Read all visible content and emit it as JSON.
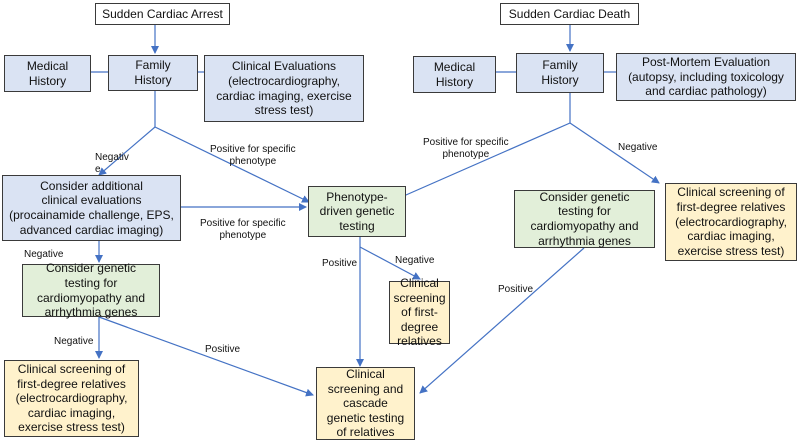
{
  "nodes": {
    "sca": "Sudden Cardiac Arrest",
    "scd": "Sudden Cardiac Death",
    "med_hist_left": "Medical\nHistory",
    "fam_hist_left": "Family\nHistory",
    "clin_eval": "Clinical Evaluations\n(electrocardiography,\ncardiac imaging, exercise\nstress test)",
    "med_hist_right": "Medical\nHistory",
    "fam_hist_right": "Family\nHistory",
    "post_mortem": "Post-Mortem Evaluation\n(autopsy, including toxicology\nand cardiac pathology)",
    "consider_add": "Consider additional\nclinical evaluations\n(procainamide challenge, EPS,\nadvanced cardiac imaging)",
    "phenotype_driven": "Phenotype-\ndriven genetic\ntesting",
    "consider_genetic_right": "Consider genetic\ntesting for\ncardiomyopathy and\narrhythmia genes",
    "screen_right": "Clinical screening of\nfirst-degree relatives\n(electrocardiography,\ncardiac imaging,\nexercise stress test)",
    "consider_genetic_left": "Consider genetic\ntesting for\ncardiomyopathy and\narrhythmia genes",
    "screen_mid": "Clinical\nscreening\nof first-\ndegree\nrelatives",
    "screen_left": "Clinical screening of\nfirst-degree relatives\n(electrocardiography,\ncardiac imaging,\nexercise stress test)",
    "cascade": "Clinical\nscreening and\ncascade\ngenetic testing\nof relatives"
  },
  "edge_labels": {
    "neg_left": "Negativ\ne",
    "pos_left": "Positive for specific\nphenotype",
    "pos_right": "Positive for specific\nphenotype",
    "neg_right": "Negative",
    "pos_add": "Positive for specific\nphenotype",
    "neg_add": "Negative",
    "pos_pheno": "Positive",
    "neg_pheno": "Negative",
    "pos_gen_right": "Positive",
    "neg_gen_left": "Negative",
    "pos_gen_left": "Positive"
  },
  "colors": {
    "arrow": "#4472c4",
    "blue_box": "#dae3f3",
    "green_box": "#e2efd9",
    "yellow_box": "#fff2cc"
  }
}
